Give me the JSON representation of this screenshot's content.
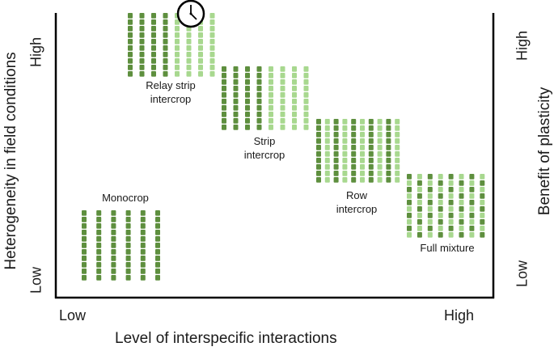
{
  "axes": {
    "x_title": "Level of interspecific interactions",
    "x_low": "Low",
    "x_high": "High",
    "y_left_title": "Heterogeneity in field conditions",
    "y_left_low": "Low",
    "y_left_high": "High",
    "y_right_title": "Benefit of plasticity",
    "y_right_low": "Low",
    "y_right_high": "High"
  },
  "colors": {
    "dark_green": "#5e8f3e",
    "light_green": "#a8d88f",
    "axis": "#000000"
  },
  "systems": [
    {
      "name": "Monocrop",
      "label_lines": [
        "Monocrop"
      ],
      "columns": [
        "d",
        "d",
        "d",
        "d",
        "d",
        "d"
      ],
      "pattern": "columns"
    },
    {
      "name": "Relay strip intercrop",
      "label_lines": [
        "Relay strip",
        "intercrop"
      ],
      "columns": [
        "d",
        "d",
        "d",
        "d",
        "l",
        "l",
        "l",
        "l"
      ],
      "pattern": "columns",
      "icon": "clock-icon"
    },
    {
      "name": "Strip intercrop",
      "label_lines": [
        "Strip",
        "intercrop"
      ],
      "columns": [
        "d",
        "d",
        "d",
        "d",
        "l",
        "l",
        "l",
        "l"
      ],
      "pattern": "columns"
    },
    {
      "name": "Row intercrop",
      "label_lines": [
        "Row",
        "intercrop"
      ],
      "columns": [
        "d",
        "l",
        "d",
        "l",
        "d",
        "l",
        "d",
        "l",
        "d",
        "l"
      ],
      "pattern": "columns"
    },
    {
      "name": "Full mixture",
      "label_lines": [
        "Full mixture"
      ],
      "columns": [
        "a",
        "a",
        "a",
        "a",
        "a",
        "a",
        "a",
        "a"
      ],
      "pattern": "checker"
    }
  ]
}
